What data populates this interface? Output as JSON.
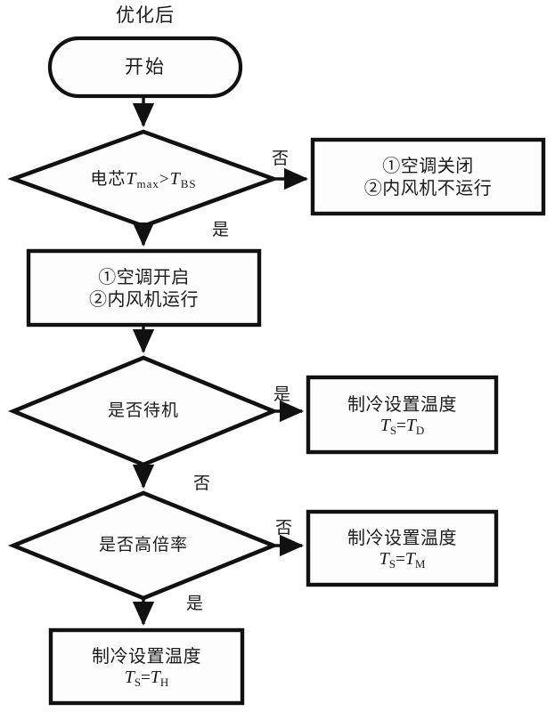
{
  "diagram": {
    "title": "优化后",
    "type": "flowchart",
    "background_color": "#ffffff",
    "line_color": "#111111",
    "text_color": "#1b1b1b"
  },
  "nodes": {
    "start": {
      "shape": "stadium",
      "label": "开始"
    },
    "decision_temp": {
      "shape": "diamond",
      "label_prefix": "电芯",
      "var1": "T",
      "sub1": "max",
      "operator": ">",
      "var2": "T",
      "sub2": "BS"
    },
    "action_off": {
      "shape": "rectangle",
      "line1": "①空调关闭",
      "line2": "②内风机不运行"
    },
    "action_on": {
      "shape": "rectangle",
      "line1": "①空调开启",
      "line2": "②内风机运行"
    },
    "decision_standby": {
      "shape": "diamond",
      "label": "是否待机"
    },
    "set_temp_d": {
      "shape": "rectangle",
      "line1": "制冷设置温度",
      "var1": "T",
      "sub1": "S",
      "operator": "=",
      "var2": "T",
      "sub2": "D"
    },
    "decision_highrate": {
      "shape": "diamond",
      "label": "是否高倍率"
    },
    "set_temp_m": {
      "shape": "rectangle",
      "line1": "制冷设置温度",
      "var1": "T",
      "sub1": "S",
      "operator": "=",
      "var2": "T",
      "sub2": "M"
    },
    "set_temp_h": {
      "shape": "rectangle",
      "line1": "制冷设置温度",
      "var1": "T",
      "sub1": "S",
      "operator": "=",
      "var2": "T",
      "sub2": "H"
    }
  },
  "edge_labels": {
    "temp_no": "否",
    "temp_yes": "是",
    "standby_yes": "是",
    "standby_no": "否",
    "highrate_no": "否",
    "highrate_yes": "是"
  }
}
